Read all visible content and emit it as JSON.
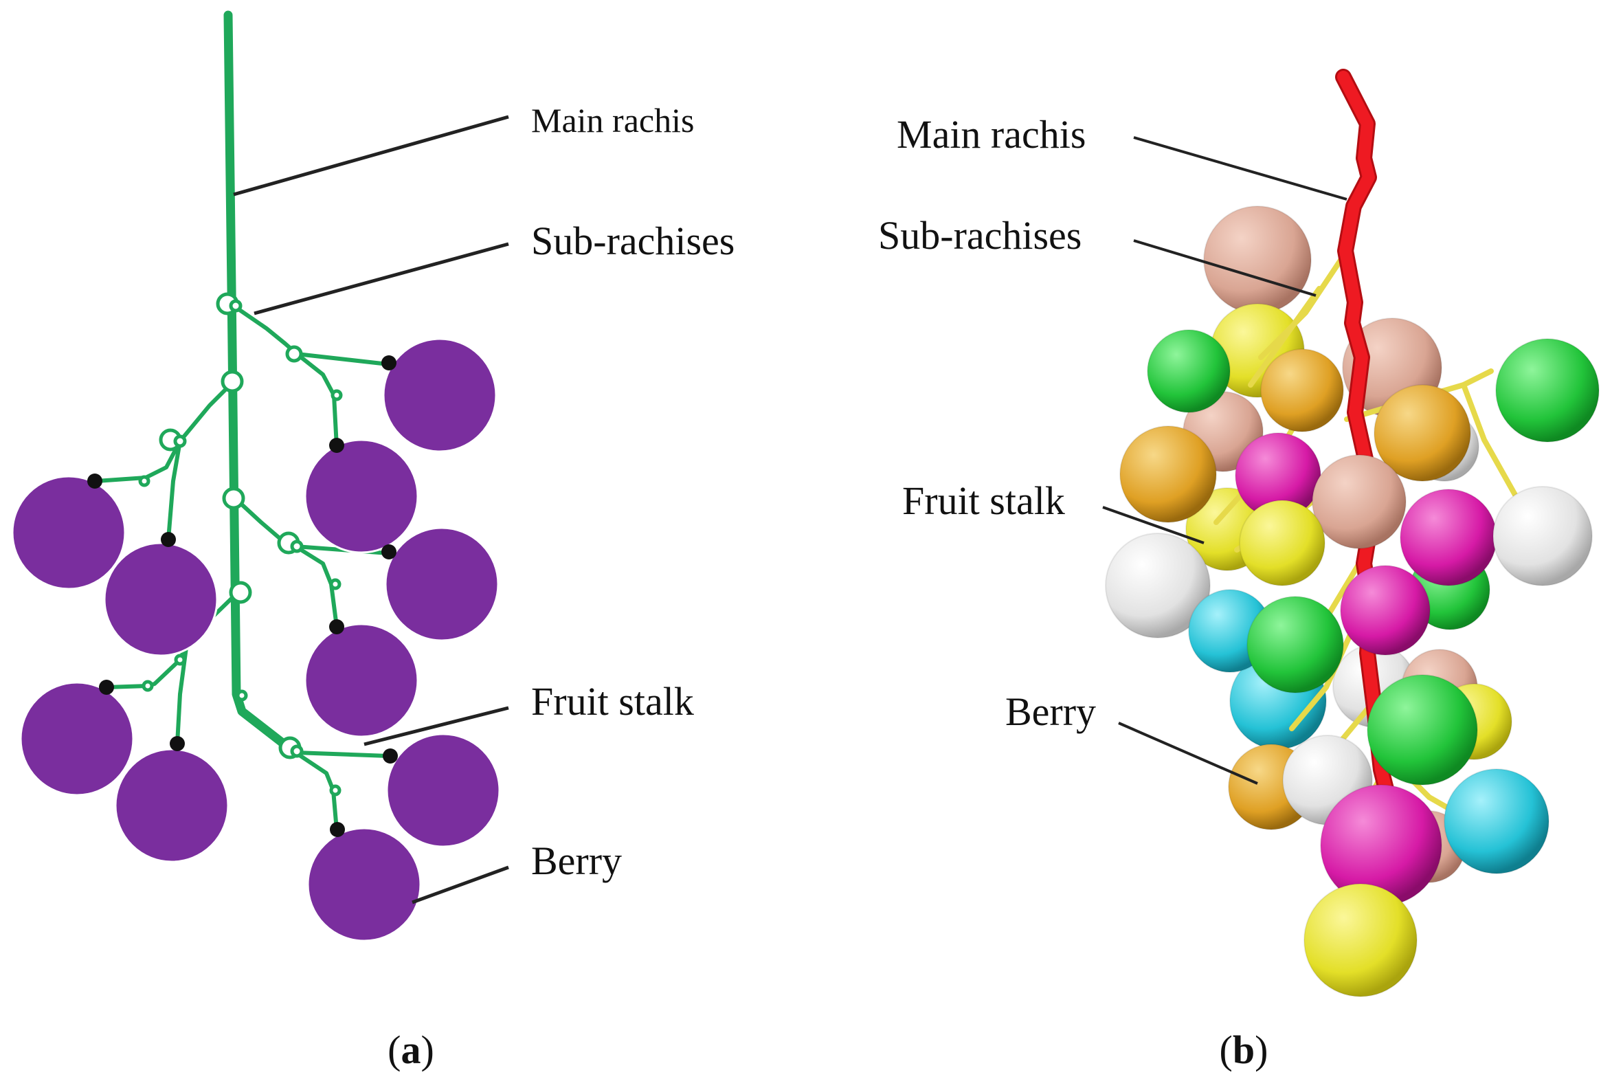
{
  "panel_a": {
    "labels": {
      "main_rachis": "Main rachis",
      "sub_rachises": "Sub-rachises",
      "fruit_stalk": "Fruit stalk",
      "berry": "Berry"
    },
    "caption": {
      "open": "(",
      "letter": "a",
      "close": ")"
    },
    "colors": {
      "rachis": "#1fa85a",
      "berry": "#7a2e9e",
      "joint": "#111111"
    }
  },
  "panel_b": {
    "labels": {
      "main_rachis": "Main rachis",
      "sub_rachises": "Sub-rachises",
      "fruit_stalk": "Fruit stalk",
      "berry": "Berry"
    },
    "caption": {
      "open": "(",
      "letter": "b",
      "close": ")"
    },
    "colors": {
      "rachis": "#e8141c",
      "stalk": "#e6d94a",
      "berries": [
        "#e2b0a0",
        "#e5e12a",
        "#24c63a",
        "#e0a323",
        "#d81aa8",
        "#e6e6e6",
        "#26c4d6"
      ]
    }
  }
}
